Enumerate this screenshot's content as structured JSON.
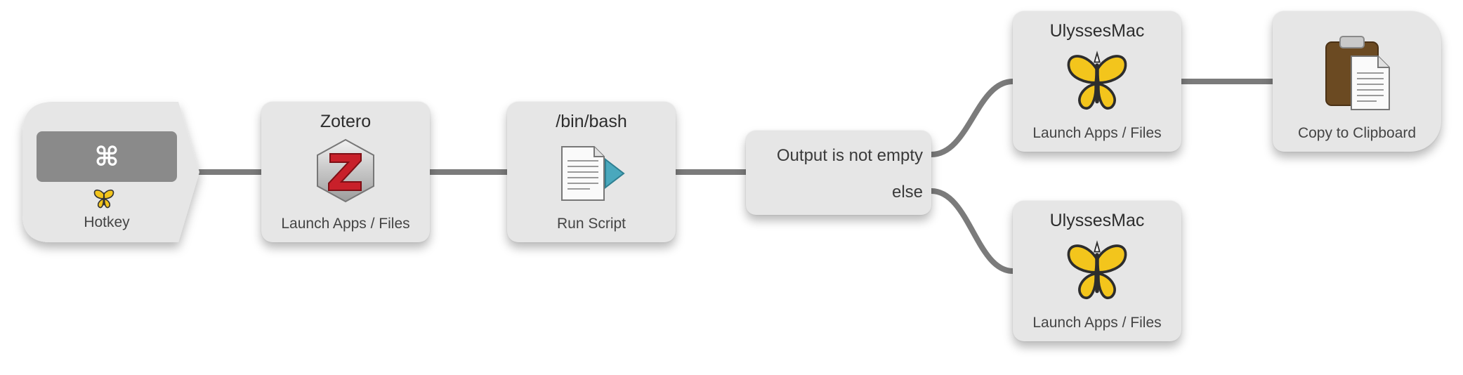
{
  "workflow": {
    "hotkey": {
      "key_symbol": "⌘",
      "label": "Hotkey",
      "icon": "ulysses-butterfly-icon"
    },
    "launch_zotero": {
      "title": "Zotero",
      "label": "Launch Apps / Files",
      "icon": "zotero-app-icon",
      "accent": "#c8202a"
    },
    "run_script": {
      "title": "/bin/bash",
      "label": "Run Script",
      "icon": "script-document-icon",
      "accent": "#4aa8bd"
    },
    "conditional": {
      "condition_label": "Output is not empty",
      "else_label": "else"
    },
    "launch_ulysses_top": {
      "title": "UlyssesMac",
      "label": "Launch Apps / Files",
      "icon": "ulysses-butterfly-icon",
      "accent": "#f3c51c"
    },
    "launch_ulysses_bottom": {
      "title": "UlyssesMac",
      "label": "Launch Apps / Files",
      "icon": "ulysses-butterfly-icon",
      "accent": "#f3c51c"
    },
    "copy_clipboard": {
      "label": "Copy to Clipboard",
      "icon": "clipboard-icon",
      "accent": "#6b4a22"
    }
  }
}
